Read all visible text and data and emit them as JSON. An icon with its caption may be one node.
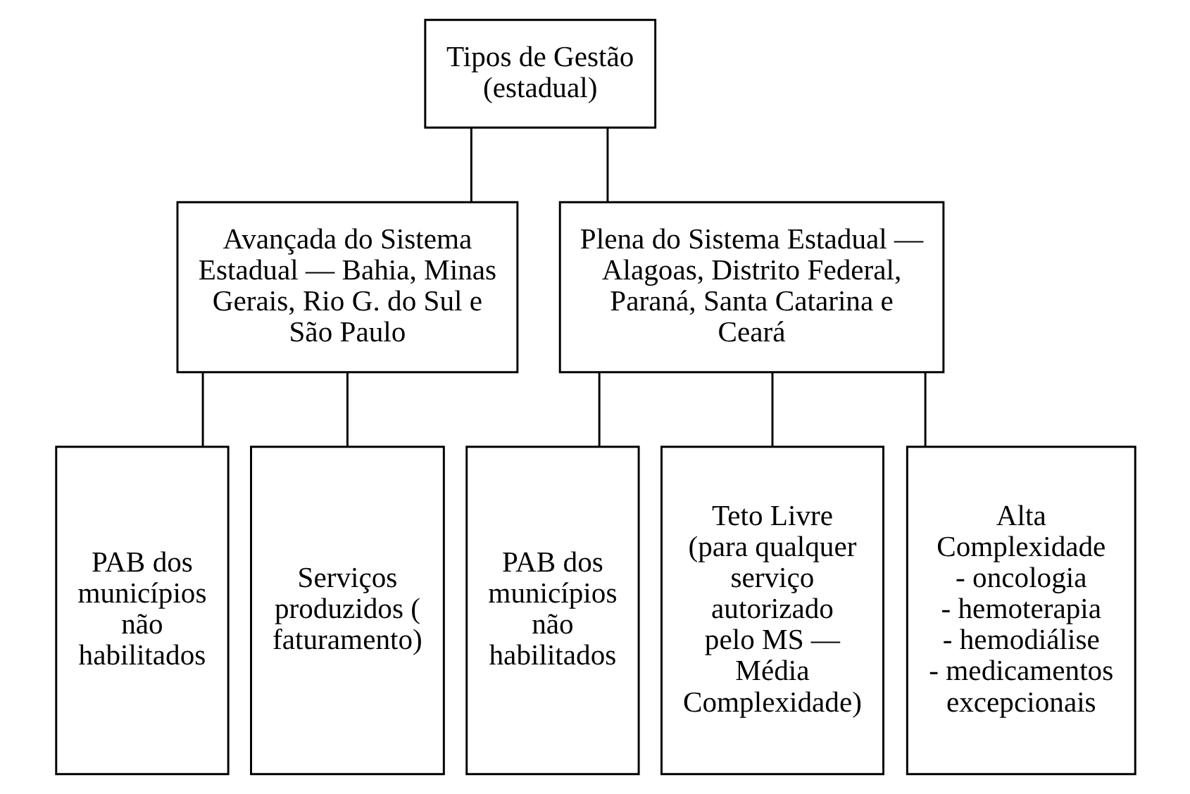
{
  "diagram": {
    "nodes": [
      {
        "text": [
          "Tipos de Gestão (estadual)"
        ]
      },
      {
        "text": [
          "Avançada do Sistema Estadual — Bahia, Minas Gerais, Rio G. do Sul e São Paulo"
        ]
      },
      {
        "text": [
          "Plena do Sistema Estadual — Alagoas, Distrito Federal, Paraná, Santa Catarina e Ceará"
        ]
      },
      {
        "text": [
          "PAB dos municípios não habilitados"
        ]
      },
      {
        "text": [
          "Serviços produzidos (faturamento)"
        ]
      },
      {
        "text": [
          "PAB dos municípios não habilitados"
        ]
      },
      {
        "text": [
          "Teto Livre (para qualquer serviço autorizado pelo MS — Média Complexidade)"
        ]
      },
      {
        "text": [
          "Alta Complexidade",
          "- oncologia",
          "- hemoterapia",
          "- hemodiálise",
          "- medicamentos excepcionais"
        ]
      }
    ],
    "edges": [
      {
        "from": 0,
        "to": 1,
        "arrow": "none"
      },
      {
        "from": 0,
        "to": 2,
        "arrow": "none"
      },
      {
        "from": 1,
        "to": 3,
        "arrow": "none"
      },
      {
        "from": 1,
        "to": 4,
        "arrow": "none"
      },
      {
        "from": 2,
        "to": 5,
        "arrow": "none"
      },
      {
        "from": 2,
        "to": 6,
        "arrow": "none"
      },
      {
        "from": 2,
        "to": 7,
        "arrow": "none"
      }
    ]
  }
}
